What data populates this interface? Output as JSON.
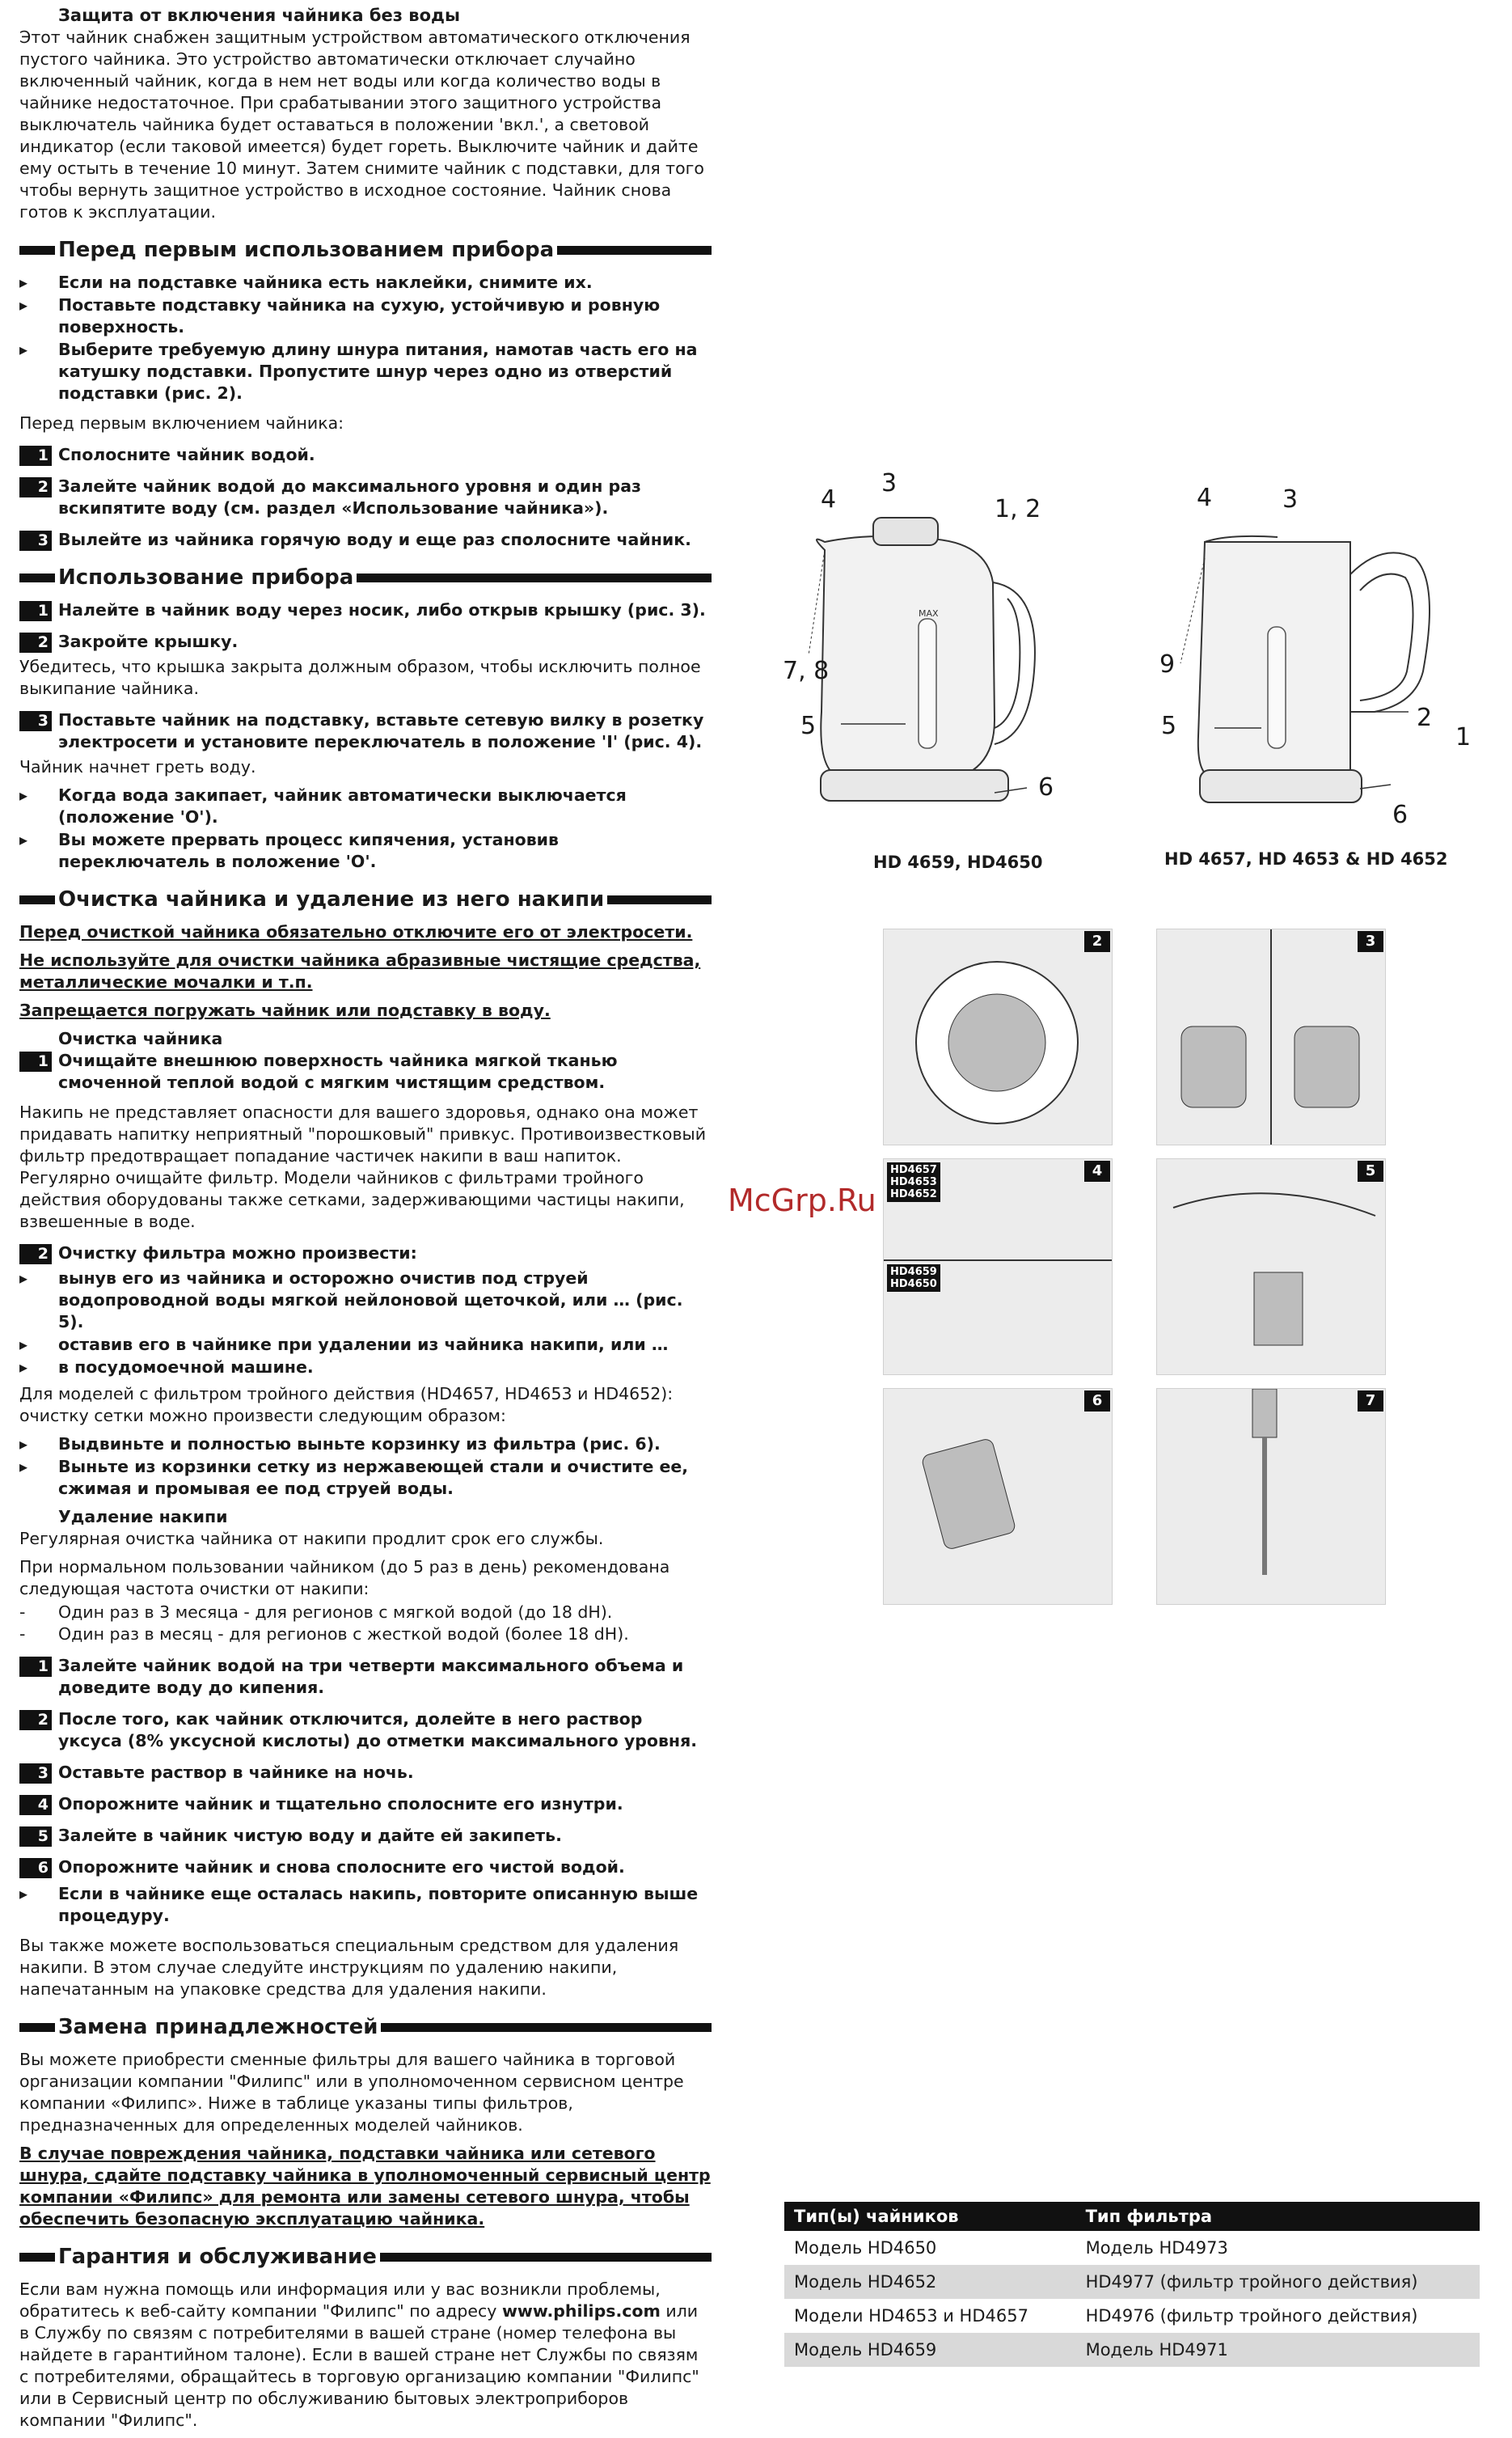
{
  "watermark": "McGrp.Ru",
  "intro": {
    "title": "Защита от включения чайника без воды",
    "text": "Этот чайник снабжен защитным устройством автоматического отключения пустого чайника. Это устройство автоматически отключает случайно включенный чайник, когда в нем нет воды или когда количество воды в чайнике недостаточное. При срабатывании этого защитного устройства выключатель чайника будет оставаться в положении 'вкл.', а световой индикатор (если таковой имеется) будет гореть. Выключите чайник и дайте ему остыть в течение 10 минут. Затем снимите чайник с подставки, для того чтобы вернуть защитное устройство в исходное состояние. Чайник снова готов к эксплуатации."
  },
  "before_use": {
    "heading": "Перед первым использованием прибора",
    "bullets": [
      "Если на подставке чайника есть наклейки, снимите их.",
      "Поставьте подставку чайника на сухую, устойчивую и ровную поверхность.",
      "Выберите требуемую длину шнура питания, намотав часть его на катушку подставки. Пропустите шнур через одно из отверстий подставки (рис. 2)."
    ],
    "lead": "Перед первым включением чайника:",
    "steps": [
      {
        "n": "1",
        "t": "Сполосните чайник водой."
      },
      {
        "n": "2",
        "t": "Залейте чайник водой до максимального уровня и один раз вскипятите воду (см. раздел «Использование чайника»)."
      },
      {
        "n": "3",
        "t": "Вылейте из чайника горячую воду и еще раз сполосните чайник."
      }
    ]
  },
  "usage": {
    "heading": "Использование прибора",
    "step1": "Налейте в чайник воду через носик, либо открыв крышку (рис. 3).",
    "step2": "Закройте крышку.",
    "step2_note": "Убедитесь, что крышка закрыта должным образом, чтобы исключить полное выкипание чайника.",
    "step3": "Поставьте чайник на подставку, вставьте сетевую вилку в розетку электросети и установите переключатель в положение 'I' (рис. 4).",
    "step3_note": "Чайник начнет греть воду.",
    "bullets": [
      "Когда вода закипает, чайник автоматически выключается (положение 'O').",
      "Вы можете прервать процесс кипячения, установив переключатель в положение 'O'."
    ]
  },
  "cleaning": {
    "heading": "Очистка чайника и удаление из него накипи",
    "warn1": "Перед очисткой чайника обязательно отключите его от электросети.",
    "warn2": "Не используйте для очистки чайника абразивные чистящие средства, металлические мочалки и т.п.",
    "warn3": "Запрещается погружать чайник или подставку в воду.",
    "sub1": "Очистка чайника",
    "step1": "Очищайте внешнюю поверхность чайника мягкой тканью смоченной теплой водой с мягким чистящим средством.",
    "para": "Накипь не представляет опасности для вашего здоровья, однако она может придавать напитку неприятный \"порошковый\" привкус. Противоизвестковый фильтр предотвращает попадание частичек накипи в ваш напиток. Регулярно очищайте фильтр. Модели чайников с фильтрами тройного действия оборудованы также сетками, задерживающими частицы накипи, взвешенные в воде.",
    "step2": "Очистку фильтра можно произвести:",
    "bullets": [
      "вынув его из чайника и осторожно очистив под струей водопроводной воды мягкой нейлоновой щеточкой, или … (рис. 5).",
      "оставив его в чайнике при удалении из чайника накипи, или …",
      "в посудомоечной машине."
    ],
    "triple": "Для моделей с фильтром тройного действия (HD4657, HD4653 и HD4652): очистку сетки можно произвести следующим образом:",
    "bullets2": [
      "Выдвиньте и полностью выньте корзинку из фильтра (рис. 6).",
      "Выньте из корзинки сетку из нержавеющей стали и очистите ее, сжимая и промывая ее под струей воды."
    ],
    "sub2": "Удаление накипи",
    "descale1": "Регулярная очистка чайника от накипи продлит срок его службы.",
    "descale2": "При нормальном пользовании чайником (до 5 раз в день) рекомендована следующая частота очистки от накипи:",
    "dashes": [
      "Один раз в 3 месяца - для регионов с мягкой водой (до 18 dH).",
      "Один раз в месяц - для регионов с жесткой водой (более 18 dH)."
    ],
    "steps": [
      {
        "n": "1",
        "t": "Залейте чайник водой на три четверти максимального объема и доведите воду до кипения."
      },
      {
        "n": "2",
        "t": "После того, как чайник отключится, долейте в него раствор уксуса (8% уксусной кислоты) до отметки максимального уровня."
      },
      {
        "n": "3",
        "t": "Оставьте раствор в чайнике на ночь."
      },
      {
        "n": "4",
        "t": "Опорожните чайник и тщательно сполосните его изнутри."
      },
      {
        "n": "5",
        "t": "Залейте в чайник чистую воду и дайте ей закипеть."
      },
      {
        "n": "6",
        "t": "Опорожните чайник и снова сполосните его чистой водой."
      }
    ],
    "last_bullet": "Если в чайнике еще осталась накипь, повторите описанную выше процедуру.",
    "closing": "Вы также можете воспользоваться специальным средством для удаления накипи. В этом случае следуйте инструкциям по удалению накипи, напечатанным на упаковке средства для удаления накипи."
  },
  "replacement": {
    "heading": "Замена принадлежностей",
    "text": "Вы можете приобрести сменные фильтры для вашего чайника в торговой организации компании \"Филипс\" или в уполномоченном сервисном центре компании «Филипс». Ниже в таблице указаны типы фильтров, предназначенных для определенных моделей чайников.",
    "warn": "В случае повреждения чайника, подставки чайника или сетевого шнура, сдайте подставку чайника в уполномоченный сервисный центр компании «Филипс» для ремонта или замены сетевого шнура, чтобы обеспечить безопасную эксплуатацию чайника."
  },
  "warranty": {
    "heading": "Гарантия и обслуживание",
    "text_a": "Если вам нужна помощь или информация или у вас возникли проблемы, обратитесь к веб-сайту компании \"Филипс\" по адресу ",
    "url": "www.philips.com",
    "text_b": "или в Службу по связям с потребителями в вашей стране (номер телефона вы найдете в гарантийном талоне). Если в вашей стране нет Службы по связям с потребителями, обращайтесь в торговую организацию компании \"Филипс\" или в Сервисный центр по обслуживанию бытовых электроприборов компании \"Филипс\"."
  },
  "diagrams": {
    "left_model": "HD 4659, HD4650",
    "right_model": "HD 4657, HD 4653 & HD 4652",
    "left_labels": [
      "4",
      "3",
      "1, 2",
      "7, 8",
      "5",
      "6"
    ],
    "right_labels": [
      "4",
      "3",
      "9",
      "5",
      "2",
      "1",
      "6"
    ],
    "max_label": "MAX"
  },
  "figures": [
    {
      "num": "2",
      "tags": []
    },
    {
      "num": "3",
      "tags": []
    },
    {
      "num": "4",
      "tags": [
        "HD4657",
        "HD4653",
        "HD4652",
        "HD4659",
        "HD4650"
      ]
    },
    {
      "num": "5",
      "tags": []
    },
    {
      "num": "6",
      "tags": []
    },
    {
      "num": "7",
      "tags": []
    }
  ],
  "filter_table": {
    "headers": [
      "Тип(ы) чайников",
      "Тип фильтра"
    ],
    "rows": [
      [
        "Модель HD4650",
        "Модель HD4973"
      ],
      [
        "Модель HD4652",
        "HD4977 (фильтр тройного действия)"
      ],
      [
        "Модели HD4653 и HD4657",
        "HD4976 (фильтр тройного действия)"
      ],
      [
        "Модель HD4659",
        "Модель HD4971"
      ]
    ]
  }
}
